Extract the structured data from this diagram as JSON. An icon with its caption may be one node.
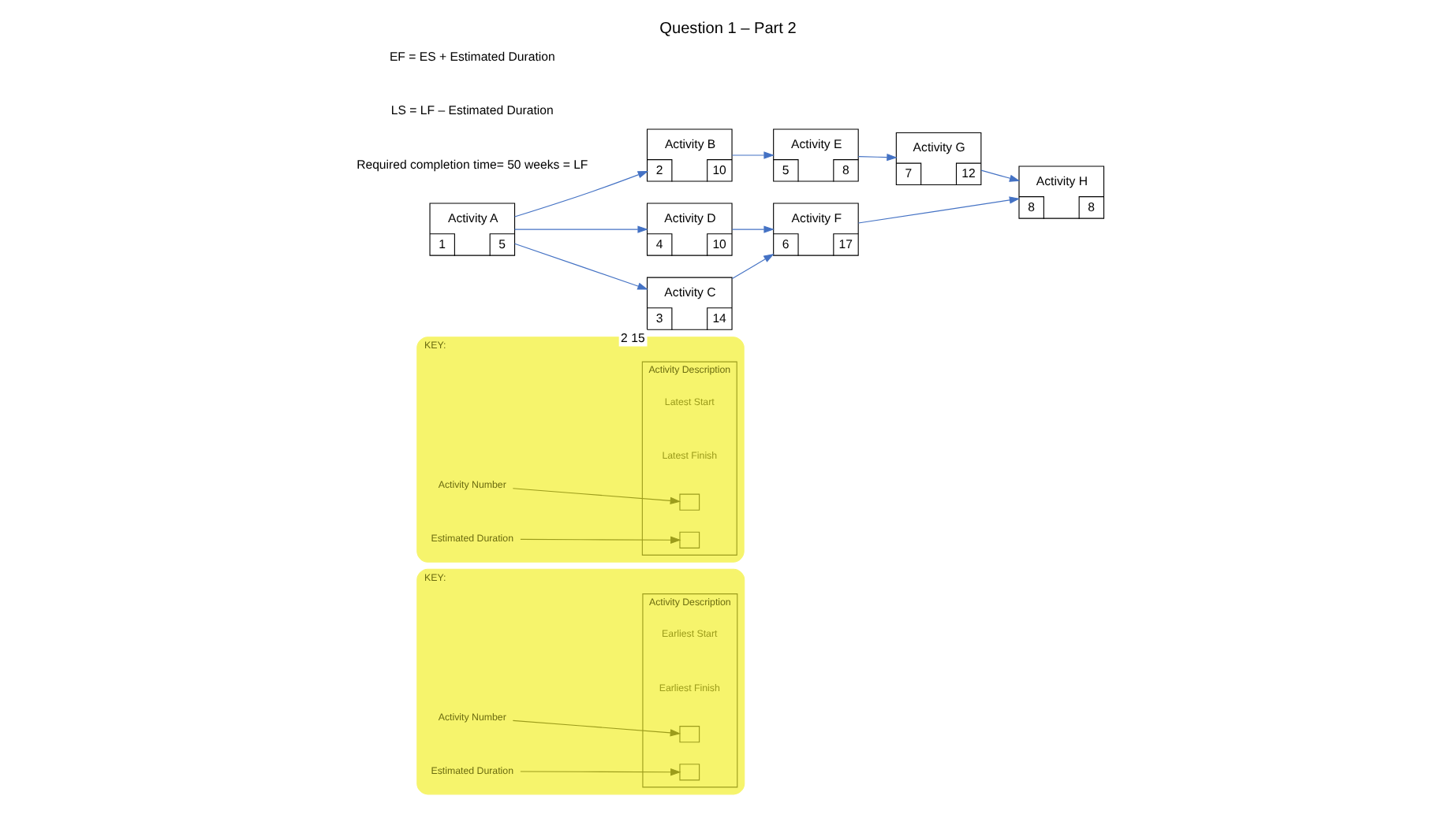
{
  "diagram": {
    "title": "Question 1 – Part 2",
    "nodes": [
      {
        "text": [
          "KEY:"
        ]
      },
      {
        "text": [
          "Activity Description"
        ],
        "in": 0,
        "beside": [
          "Earliest Start",
          "Earliest Finish"
        ]
      },
      {
        "text": [
          "Activity Number"
        ],
        "in": 0
      },
      {
        "text": [],
        "shape": "box",
        "in": 1
      },
      {
        "text": [],
        "shape": "box",
        "in": 1
      },
      {
        "text": [
          "Estimated Duration"
        ],
        "in": 0
      },
      {
        "text": [
          "KEY:"
        ]
      },
      {
        "text": [
          "Activity Description"
        ],
        "in": 6,
        "beside": [
          "Latest Start",
          "Latest Finish"
        ]
      },
      {
        "text": [
          "Activity Number"
        ],
        "in": 6
      },
      {
        "text": [],
        "shape": "box",
        "in": 7
      },
      {
        "text": [],
        "shape": "box",
        "in": 7
      },
      {
        "text": [
          "Estimated Duration"
        ],
        "in": 6
      },
      {
        "text": [
          "Activity A",
          "1",
          "5"
        ]
      },
      {
        "text": [
          "Activity B",
          "2",
          "10"
        ]
      },
      {
        "text": [
          "Activity E",
          "5",
          "8"
        ]
      },
      {
        "text": [
          "Activity D",
          "4",
          "10"
        ]
      },
      {
        "text": [
          "Activity G",
          "7",
          "12"
        ]
      },
      {
        "text": [
          "Activity H",
          "8",
          "8"
        ]
      },
      {
        "text": [
          "Activity C",
          "3",
          "14"
        ],
        "beside": [
          "2",
          "15"
        ]
      },
      {
        "text": [
          "Activity F",
          "6",
          "17"
        ]
      }
    ],
    "edges": [
      {
        "from": 2,
        "to": 3,
        "arrow": "to",
        "color": "#9c9c1c"
      },
      {
        "from": 5,
        "to": 4,
        "arrow": "to",
        "color": "#9c9c1c"
      },
      {
        "from": 8,
        "to": 9,
        "arrow": "to",
        "color": "#9c9c1c"
      },
      {
        "from": 11,
        "to": 10,
        "arrow": "to",
        "color": "#9c9c1c"
      },
      {
        "from": 12,
        "to": 13,
        "arrow": "to"
      },
      {
        "from": 12,
        "to": 15,
        "arrow": "to"
      },
      {
        "from": 12,
        "to": 18,
        "arrow": "to"
      },
      {
        "from": 13,
        "to": 14,
        "arrow": "to"
      },
      {
        "from": 14,
        "to": 16,
        "arrow": "to"
      },
      {
        "from": 15,
        "to": 19,
        "arrow": "to"
      },
      {
        "from": 18,
        "to": 19,
        "arrow": "to"
      },
      {
        "from": 16,
        "to": 17,
        "arrow": "to"
      },
      {
        "from": 19,
        "to": 17,
        "arrow": "to"
      }
    ],
    "labels": [
      "EF = ES + Estimated Duration",
      "LS = LF – Estimated Duration",
      "Required completion time= 50 weeks = LF"
    ]
  }
}
